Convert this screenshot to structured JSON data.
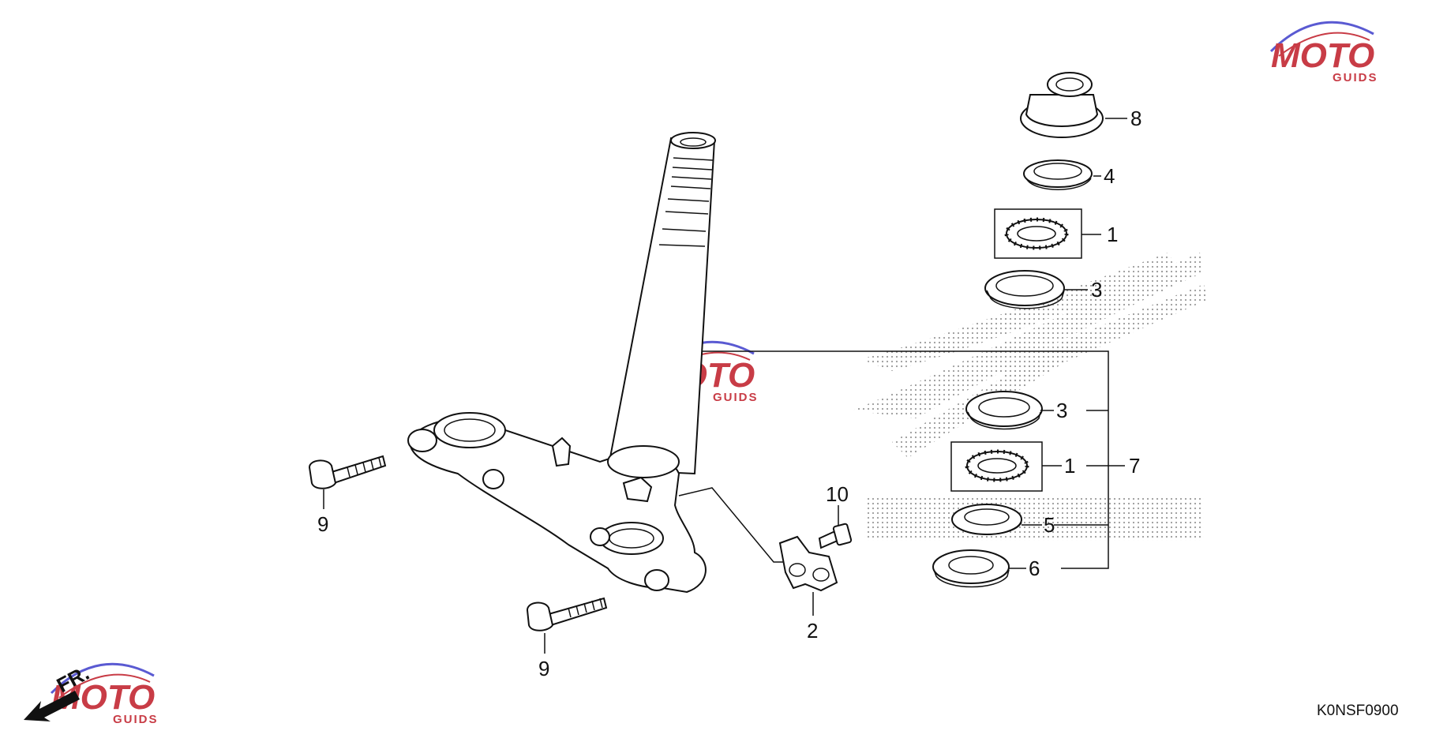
{
  "colors": {
    "line": "#111111",
    "watermark_red": "#c83c46",
    "watermark_blue": "#5a5ad2",
    "logo_dots": "#9a9a9a"
  },
  "diagram": {
    "part_code": "K0NSF0900",
    "direction": {
      "text": "FR.",
      "icon": "front-arrow-icon"
    },
    "callouts": {
      "c8": "8",
      "c4": "4",
      "c1_top": "1",
      "c3_top": "3",
      "c3_lower": "3",
      "c1_lower": "1",
      "c7": "7",
      "c5": "5",
      "c6": "6",
      "c10": "10",
      "c2": "2",
      "c9_left": "9",
      "c9_bottom": "9"
    }
  },
  "watermark": {
    "main": "MOTO",
    "sub": "GUIDS"
  }
}
